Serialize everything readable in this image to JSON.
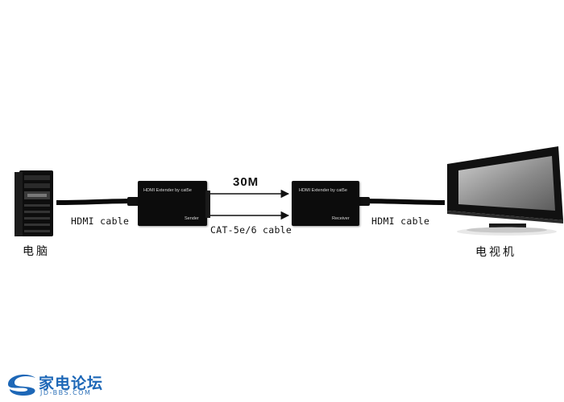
{
  "source_device": {
    "label": "电脑"
  },
  "input_cable": {
    "label": "HDMI cable"
  },
  "sender": {
    "title": "HDMI Extender by cat5e",
    "tag": "Sender"
  },
  "link": {
    "distance": "30M",
    "cable_label": "CAT-5e/6 cable"
  },
  "receiver": {
    "title": "HDMI Extender by cat5e",
    "tag": "Receiver"
  },
  "output_cable": {
    "label": "HDMI cable"
  },
  "target_device": {
    "label": "电视机"
  },
  "watermark": {
    "name": "家电论坛",
    "domain": "JD-BBS.COM"
  },
  "colors": {
    "device_body": "#0c0c0c",
    "logo_blue": "#1d67b7"
  }
}
